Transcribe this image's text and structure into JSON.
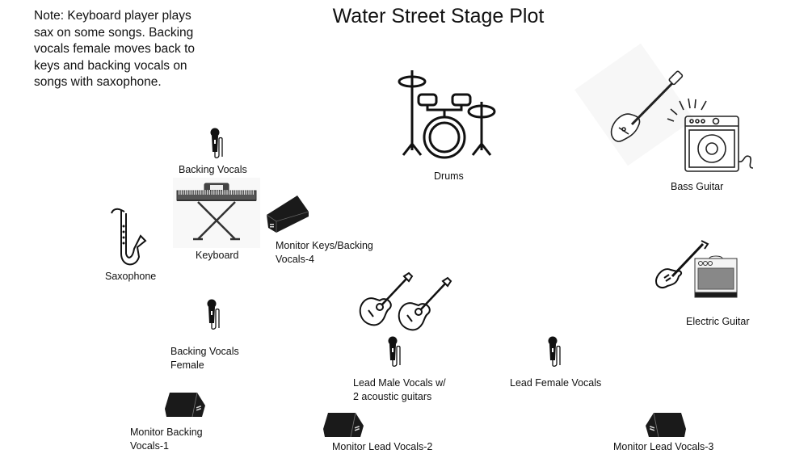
{
  "title": "Water Street Stage Plot",
  "note": "Note: Keyboard player plays sax on some songs. Backing vocals female moves back to keys and backing vocals on songs with saxophone.",
  "items": {
    "drums": {
      "label": "Drums",
      "icon": "drum-kit-icon"
    },
    "bass_guitar": {
      "label": "Bass Guitar",
      "icon": "bass-guitar-amp-icon"
    },
    "backing_vocals": {
      "label": "Backing Vocals",
      "icon": "microphone-icon"
    },
    "keyboard": {
      "label": "Keyboard",
      "icon": "keyboard-stand-icon"
    },
    "monitor_keys": {
      "label_line1": "Monitor Keys/Backing",
      "label_line2": "Vocals-4",
      "icon": "stage-monitor-icon"
    },
    "saxophone": {
      "label": "Saxophone",
      "icon": "saxophone-icon"
    },
    "electric_guitar": {
      "label": "Electric Guitar",
      "icon": "electric-guitar-amp-icon"
    },
    "backing_vocals_female": {
      "label_line1": "Backing Vocals",
      "label_line2": "Female",
      "icon": "microphone-icon"
    },
    "lead_male_vocals": {
      "label_line1": "Lead Male Vocals w/",
      "label_line2": "2 acoustic guitars",
      "icon": "acoustic-guitars-icon"
    },
    "lead_female_vocals": {
      "label": "Lead Female Vocals",
      "icon": "microphone-icon"
    },
    "monitor_backing_1": {
      "label_line1": "Monitor Backing",
      "label_line2": "Vocals-1",
      "icon": "stage-monitor-icon"
    },
    "monitor_lead_2": {
      "label": "Monitor Lead Vocals-2",
      "icon": "stage-monitor-icon"
    },
    "monitor_lead_3": {
      "label": "Monitor Lead Vocals-3",
      "icon": "stage-monitor-icon"
    }
  }
}
